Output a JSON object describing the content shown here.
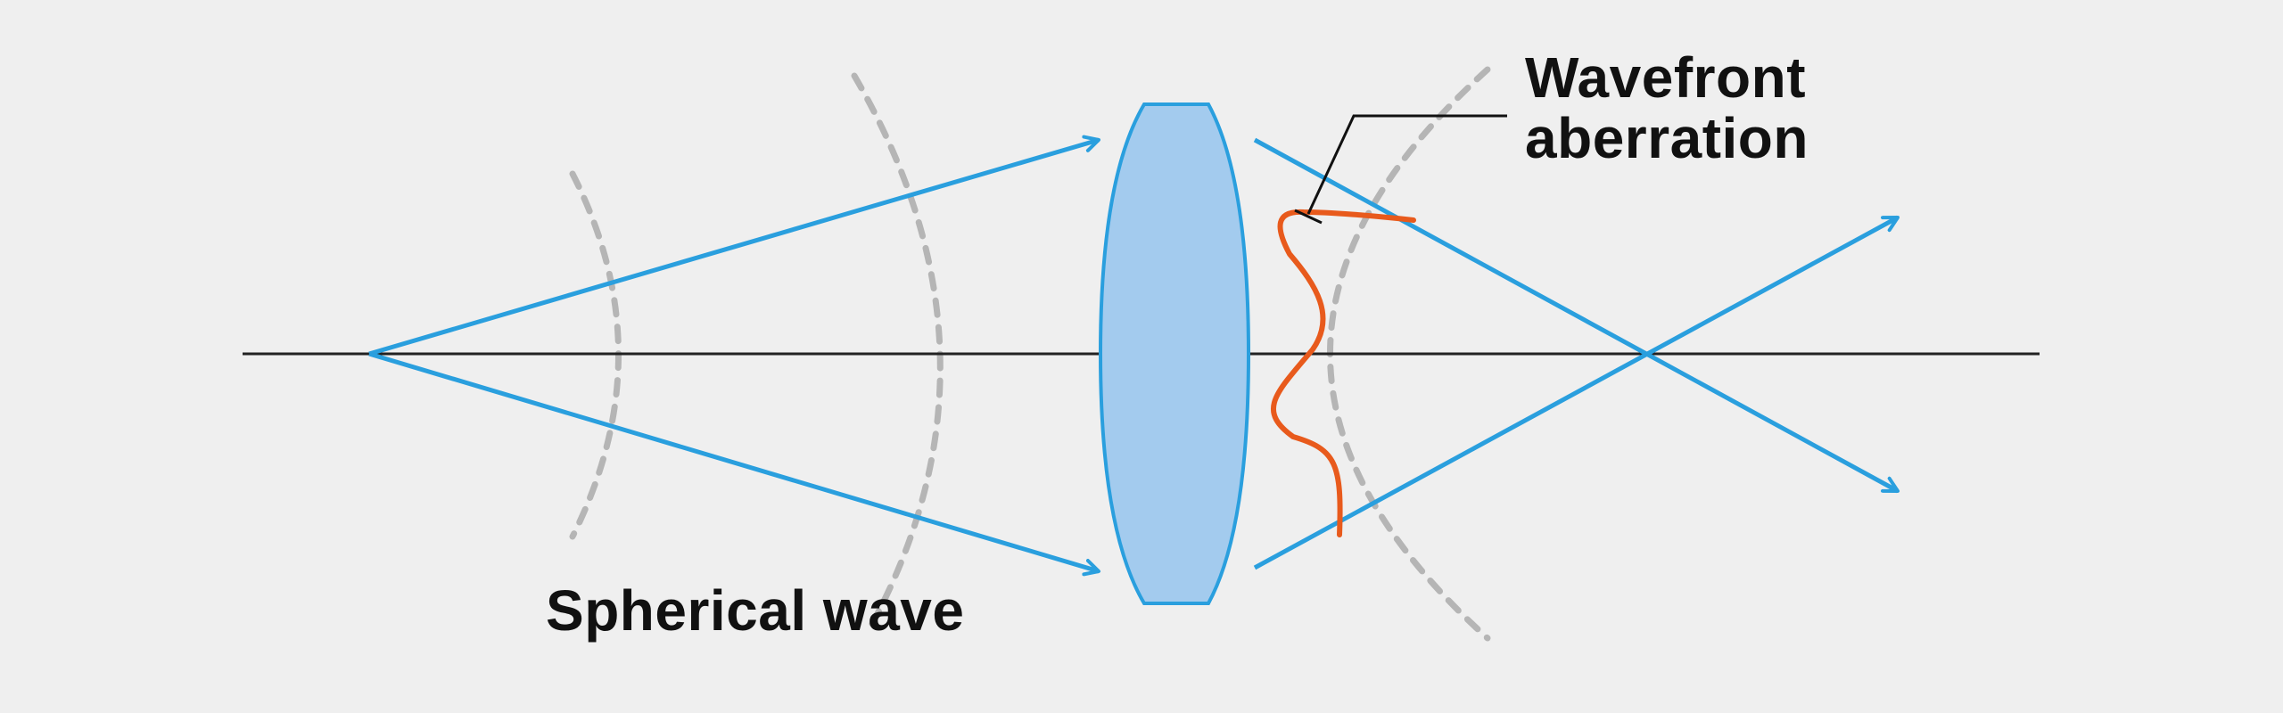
{
  "colors": {
    "background": "#efefef",
    "ray": "#2a9fde",
    "lens_fill": "#a3cbee",
    "lens_stroke": "#2a9fde",
    "wavefront_dashed": "#b5b5b5",
    "aberration": "#e85a1c",
    "axis": "#222222",
    "text": "#111111"
  },
  "labels": {
    "wavefront_aberration": {
      "line1": "Wavefront",
      "line2": "aberration"
    },
    "spherical_wave": "Spherical wave"
  }
}
